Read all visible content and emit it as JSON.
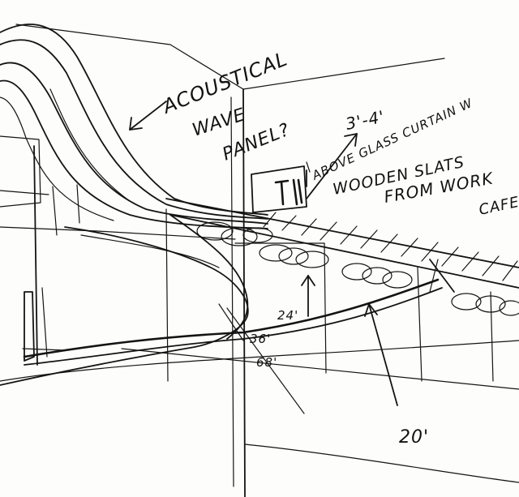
{
  "annotations": {
    "wave_panel_line1": "ACOUSTICAL",
    "wave_panel_line2": "WAVE",
    "wave_panel_line3": "PANEL?",
    "height_range": "3'-4'",
    "above_glass": "ABOVE GLASS CURTAIN W",
    "wooden_slats": "WOODEN SLATS",
    "from_work": "FROM WORK",
    "cafe": "CAFE",
    "dim_24": "24'",
    "dim_36": "36'",
    "dim_68": "68'",
    "dim_20": "20'"
  }
}
